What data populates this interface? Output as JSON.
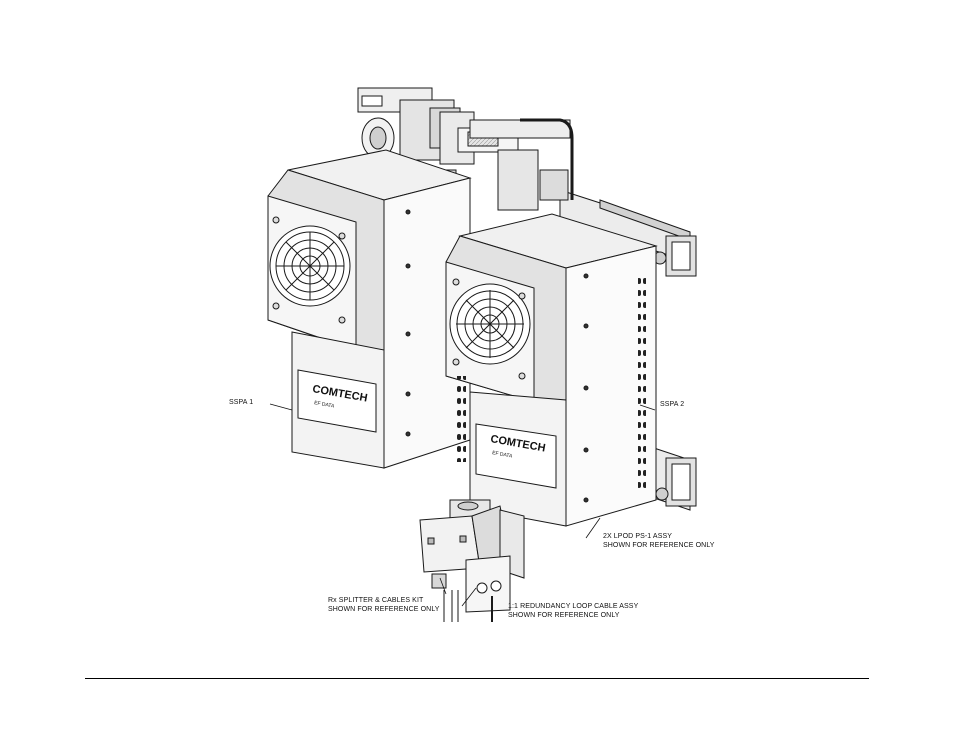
{
  "callouts": {
    "sspa1": "SSPA 1",
    "sspa2": "SSPA 2",
    "lpod_line1": "2X LPOD PS-1 ASSY",
    "lpod_line2": "SHOWN FOR REFERENCE ONLY",
    "rx_line1": "Rx SPLITTER & CABLES KIT",
    "rx_line2": "SHOWN FOR REFERENCE ONLY",
    "loop_line1": "1:1 REDUNDANCY LOOP CABLE ASSY",
    "loop_line2": "SHOWN FOR REFERENCE ONLY"
  },
  "logo": {
    "text": "COMTECH",
    "sub": "EF DATA"
  },
  "colors": {
    "line": "#1a1a1a",
    "face_light": "#f4f4f4",
    "face_mid": "#dcdcdc",
    "face_dark": "#bdbdbd",
    "shadow": "#8a8a8a"
  }
}
